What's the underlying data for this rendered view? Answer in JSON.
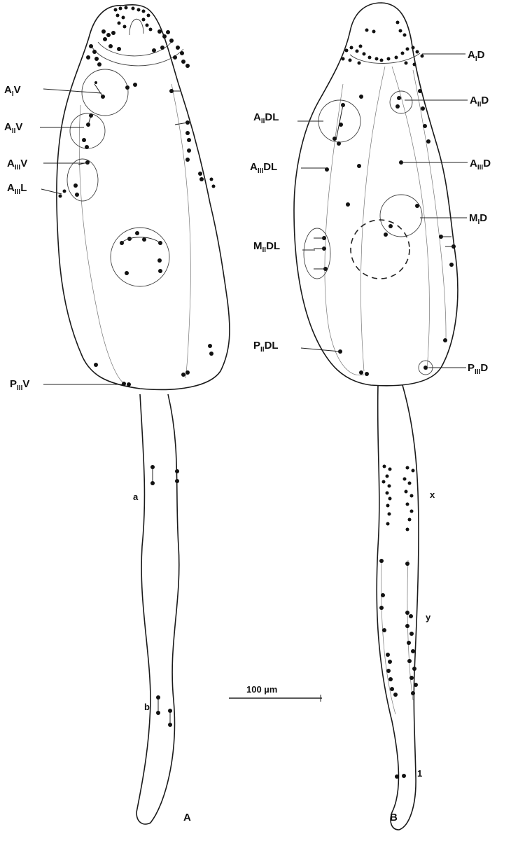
{
  "labels_A": [
    {
      "base": "A",
      "sub": "I",
      "suffix": "V"
    },
    {
      "base": "A",
      "sub": "II",
      "suffix": "V"
    },
    {
      "base": "A",
      "sub": "III",
      "suffix": "V"
    },
    {
      "base": "A",
      "sub": "III",
      "suffix": "L"
    },
    {
      "base": "P",
      "sub": "III",
      "suffix": "V"
    }
  ],
  "labels_B": [
    {
      "base": "A",
      "sub": "I",
      "suffix": "D"
    },
    {
      "base": "A",
      "sub": "II",
      "suffix": "DL"
    },
    {
      "base": "A",
      "sub": "II",
      "suffix": "D"
    },
    {
      "base": "A",
      "sub": "III",
      "suffix": "DL"
    },
    {
      "base": "A",
      "sub": "III",
      "suffix": "D"
    },
    {
      "base": "M",
      "sub": "I",
      "suffix": "D"
    },
    {
      "base": "M",
      "sub": "II",
      "suffix": "DL"
    },
    {
      "base": "P",
      "sub": "II",
      "suffix": "DL"
    },
    {
      "base": "P",
      "sub": "III",
      "suffix": "D"
    }
  ],
  "tail_labels_A": [
    "a",
    "b"
  ],
  "tail_labels_B": [
    "x",
    "y",
    "1"
  ],
  "panel_labels": [
    "A",
    "B"
  ],
  "scale_bar": "100 µm"
}
